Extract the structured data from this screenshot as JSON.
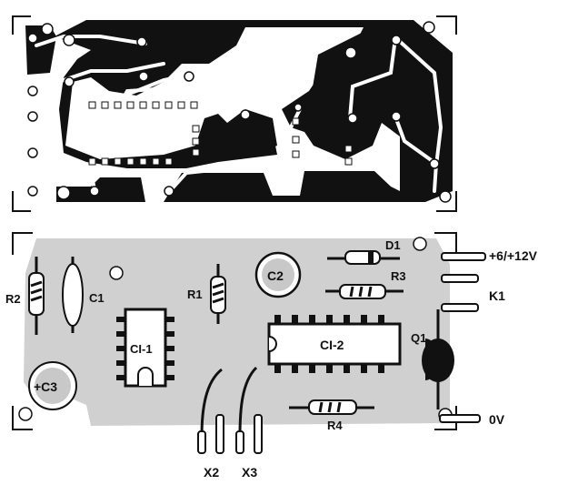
{
  "colors": {
    "ink": "#111111",
    "copper": "#c8c8c8",
    "paper": "#ffffff"
  },
  "components": {
    "r1": "R1",
    "r2": "R2",
    "r3": "R3",
    "r4": "R4",
    "c1": "C1",
    "c2": "C2",
    "c3": "+C3",
    "d1": "D1",
    "q1": "Q1",
    "ci1": "CI-1",
    "ci2": "CI-2"
  },
  "terminals": {
    "supply": "+6/+12V",
    "k1": "K1",
    "ground": "0V",
    "x2": "X2",
    "x3": "X3"
  }
}
